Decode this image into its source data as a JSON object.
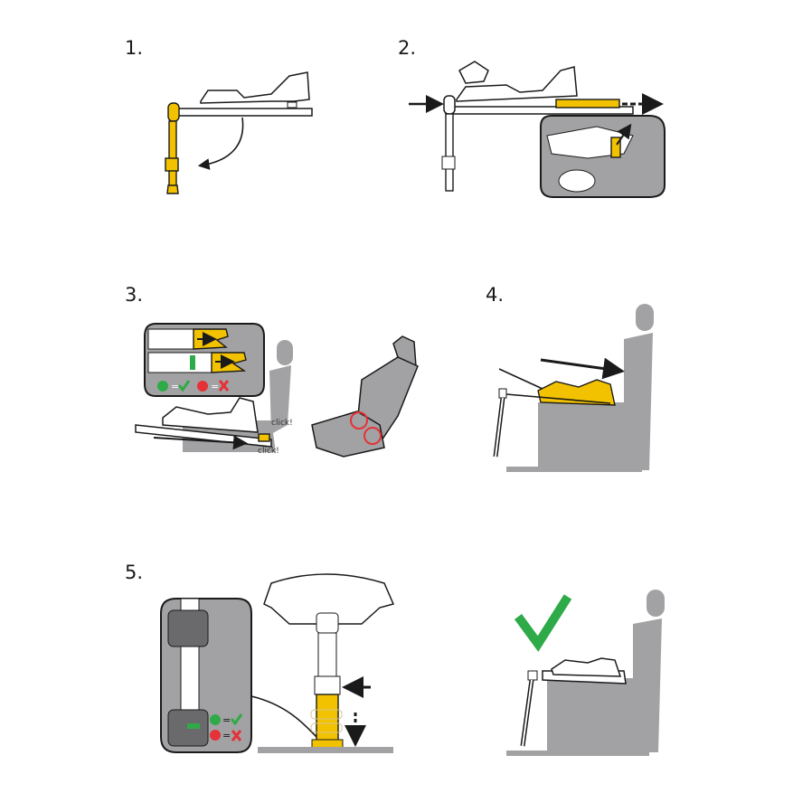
{
  "steps": [
    {
      "label": "1."
    },
    {
      "label": "2."
    },
    {
      "label": "3."
    },
    {
      "label": "4."
    },
    {
      "label": "5."
    }
  ],
  "step3": {
    "click_top": "click!",
    "click_bottom": "click!"
  },
  "legend": {
    "equals": "="
  },
  "colors": {
    "yellow": "#f2c200",
    "grey": "#a2a2a4",
    "green": "#2eaa48",
    "red": "#e53238"
  }
}
